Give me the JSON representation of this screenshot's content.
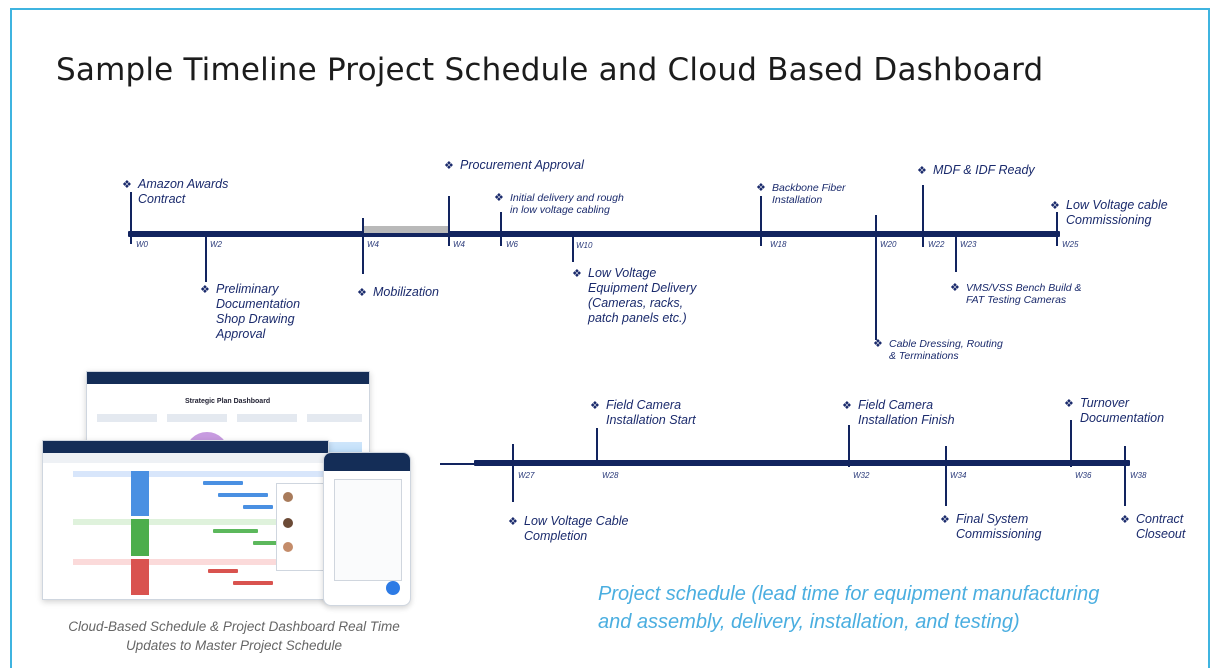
{
  "title": "Sample Timeline Project Schedule and Cloud Based Dashboard",
  "colors": {
    "axis": "#12245f",
    "frame": "#3fb4e0",
    "event_text": "#1a2a6c",
    "caption": "#4aaee0"
  },
  "timeline_top": {
    "weeks": [
      "W0",
      "W2",
      "W4",
      "W4",
      "W6",
      "W10",
      "W18",
      "W20",
      "W22",
      "W23",
      "W25"
    ],
    "events_above": [
      {
        "text": "Amazon Awards\nContract"
      },
      {
        "text": "Procurement Approval"
      },
      {
        "text": "Initial delivery and rough\nin low voltage cabling"
      },
      {
        "text": "Backbone Fiber\nInstallation"
      },
      {
        "text": "MDF & IDF Ready"
      },
      {
        "text": "Low Voltage cable\nCommissioning"
      }
    ],
    "events_below": [
      {
        "text": "Preliminary\nDocumentation\nShop Drawing\nApproval"
      },
      {
        "text": "Mobilization"
      },
      {
        "text": "Low Voltage\nEquipment Delivery\n(Cameras, racks,\npatch panels etc.)"
      },
      {
        "text": "VMS/VSS Bench Build &\nFAT Testing Cameras"
      },
      {
        "text": "Cable Dressing, Routing\n& Terminations"
      }
    ]
  },
  "timeline_bottom": {
    "weeks": [
      "W27",
      "W28",
      "W32",
      "W34",
      "W36",
      "W38"
    ],
    "events_above": [
      {
        "text": "Field Camera\nInstallation Start"
      },
      {
        "text": "Field Camera\nInstallation Finish"
      },
      {
        "text": "Turnover\nDocumentation"
      }
    ],
    "events_below": [
      {
        "text": "Low Voltage Cable\nCompletion"
      },
      {
        "text": "Final System\nCommissioning"
      },
      {
        "text": "Contract\nCloseout"
      }
    ]
  },
  "marker_icon": "diamond-bullet-icon",
  "caption_right": "Project schedule (lead time for equipment manufacturing\nand assembly, delivery, installation, and testing)",
  "caption_left": "Cloud-Based Schedule & Project Dashboard Real Time\nUpdates to Master Project Schedule",
  "dashboard": {
    "title": "Strategic Plan Dashboard"
  }
}
